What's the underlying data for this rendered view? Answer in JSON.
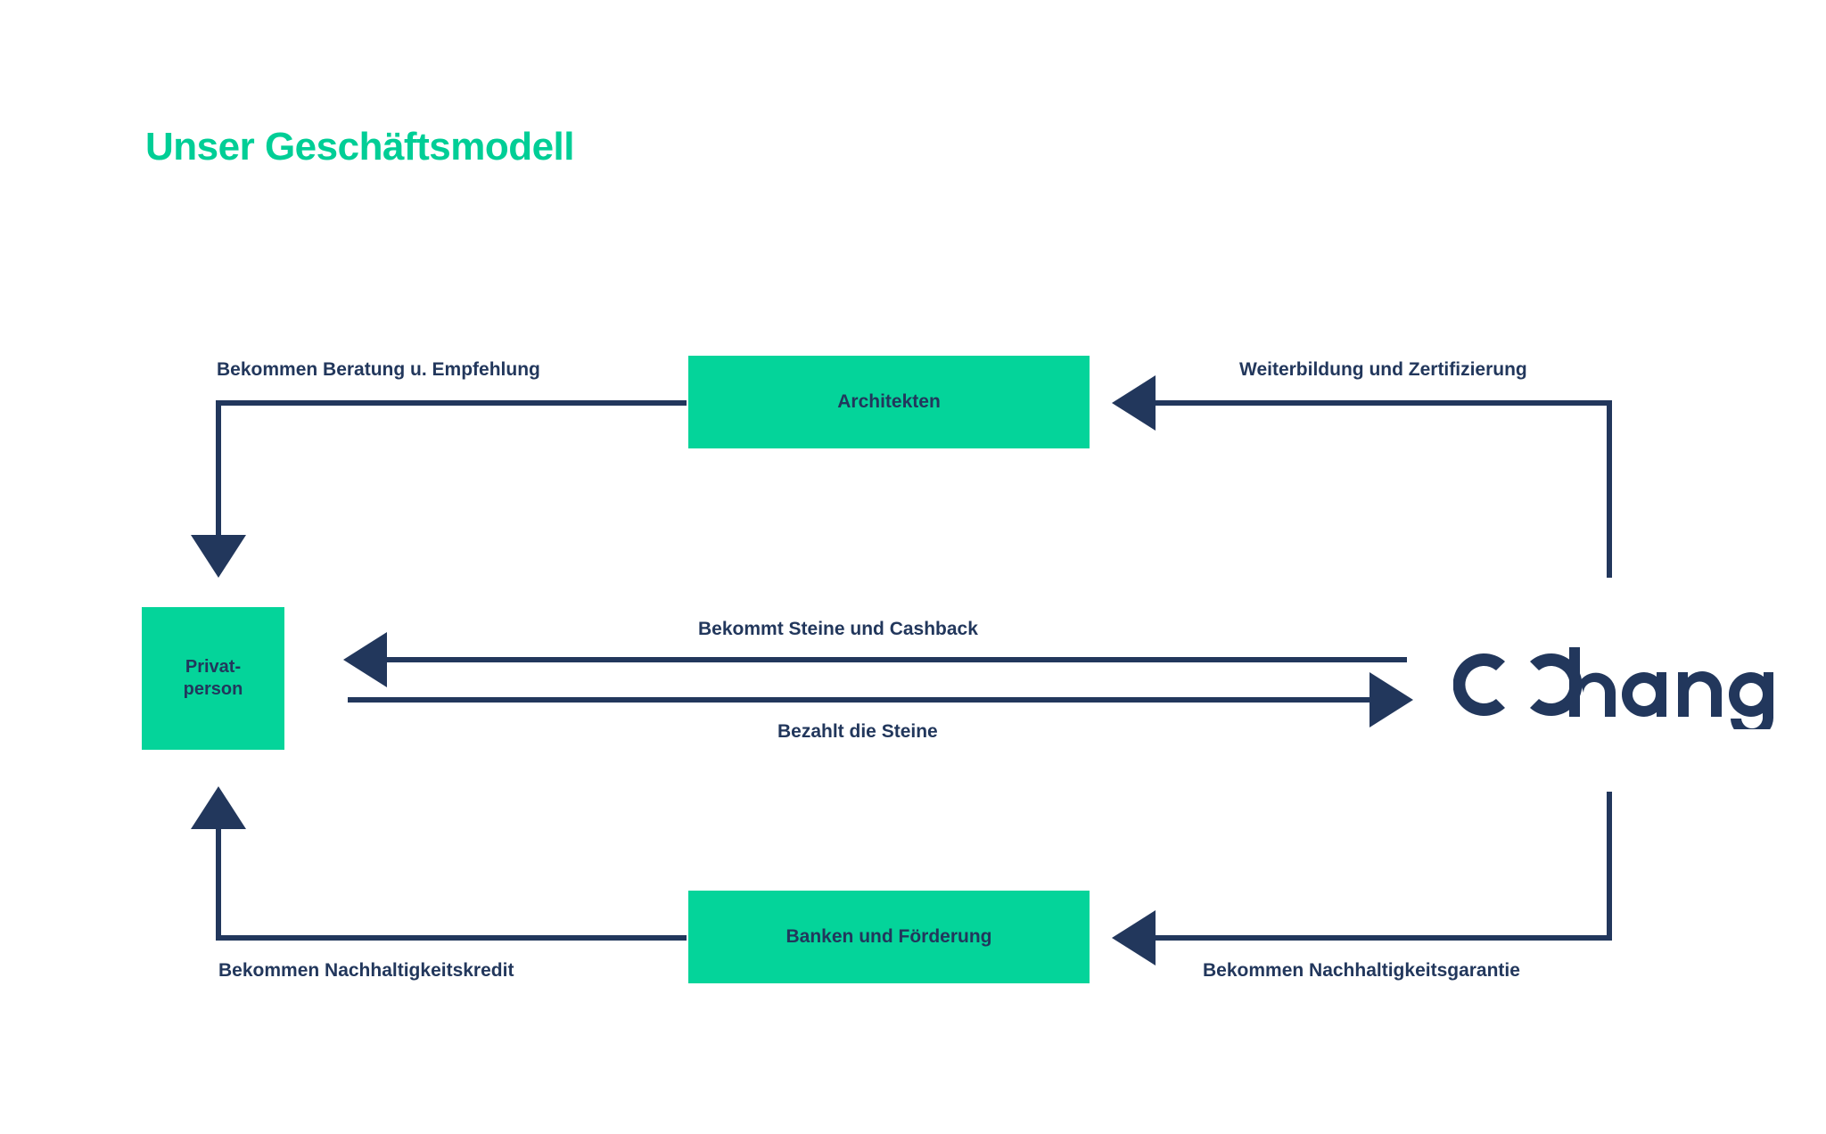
{
  "page": {
    "title": "Unser Geschäftsmodell",
    "accent_green": "#04D49A",
    "title_green": "#00CE96",
    "navy": "#22375C",
    "background": "#ffffff"
  },
  "diagram": {
    "type": "flow-diagram",
    "nodes": [
      {
        "id": "architekten",
        "label": "Architekten",
        "style": "green-box"
      },
      {
        "id": "privatperson",
        "label": "Privat-\nperson",
        "style": "green-box"
      },
      {
        "id": "banken",
        "label": "Banken und Förderung",
        "style": "green-box"
      },
      {
        "id": "cchange",
        "label": "c ɔhange",
        "style": "logo"
      }
    ],
    "edges": [
      {
        "id": "edge-beratung",
        "label": "Bekommen Beratung u. Empfehlung",
        "from": "architekten",
        "to": "privatperson",
        "arrow": "down-left"
      },
      {
        "id": "edge-weiterbildung",
        "label": "Weiterbildung und Zertifizierung",
        "from": "cchange",
        "to": "architekten",
        "arrow": "left"
      },
      {
        "id": "edge-steine-cashback",
        "label": "Bekommt Steine und Cashback",
        "from": "cchange",
        "to": "privatperson",
        "arrow": "left"
      },
      {
        "id": "edge-bezahlt",
        "label": "Bezahlt die Steine",
        "from": "privatperson",
        "to": "cchange",
        "arrow": "right"
      },
      {
        "id": "edge-kredit",
        "label": "Bekommen Nachhaltigkeitskredit",
        "from": "banken",
        "to": "privatperson",
        "arrow": "up-left"
      },
      {
        "id": "edge-garantie",
        "label": "Bekommen Nachhaltigkeitsgarantie",
        "from": "cchange",
        "to": "banken",
        "arrow": "left"
      }
    ]
  },
  "logo": {
    "text_c": "c",
    "text_change": "ɔhange",
    "full": "c ɔhange"
  }
}
